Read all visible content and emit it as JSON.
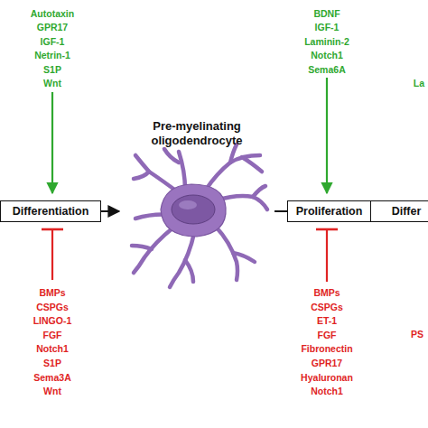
{
  "diagram": {
    "nodes": [
      {
        "text": [
          "Differentiation"
        ]
      },
      {
        "text": [
          "Pre-myelinating oligodendrocyte"
        ]
      },
      {
        "text": [
          "Proliferation"
        ]
      },
      {
        "text": [
          "Differ"
        ]
      }
    ],
    "edges": [
      {
        "from": 0,
        "to": 1,
        "arrow": "to"
      },
      {
        "from": 1,
        "to": 2,
        "arrow": "none"
      }
    ],
    "labels": [
      "Autotaxin",
      "GPR17",
      "IGF-1",
      "Netrin-1",
      "S1P",
      "Wnt",
      "BDNF",
      "IGF-1",
      "Laminin-2",
      "Notch1",
      "Sema6A",
      "La",
      "BMPs",
      "CSPGs",
      "LINGO-1",
      "FGF",
      "Notch1",
      "S1P",
      "Sema3A",
      "Wnt",
      "BMPs",
      "CSPGs",
      "ET-1",
      "FGF",
      "Fibronectin",
      "GPR17",
      "Hyaluronan",
      "Notch1",
      "PS"
    ]
  }
}
